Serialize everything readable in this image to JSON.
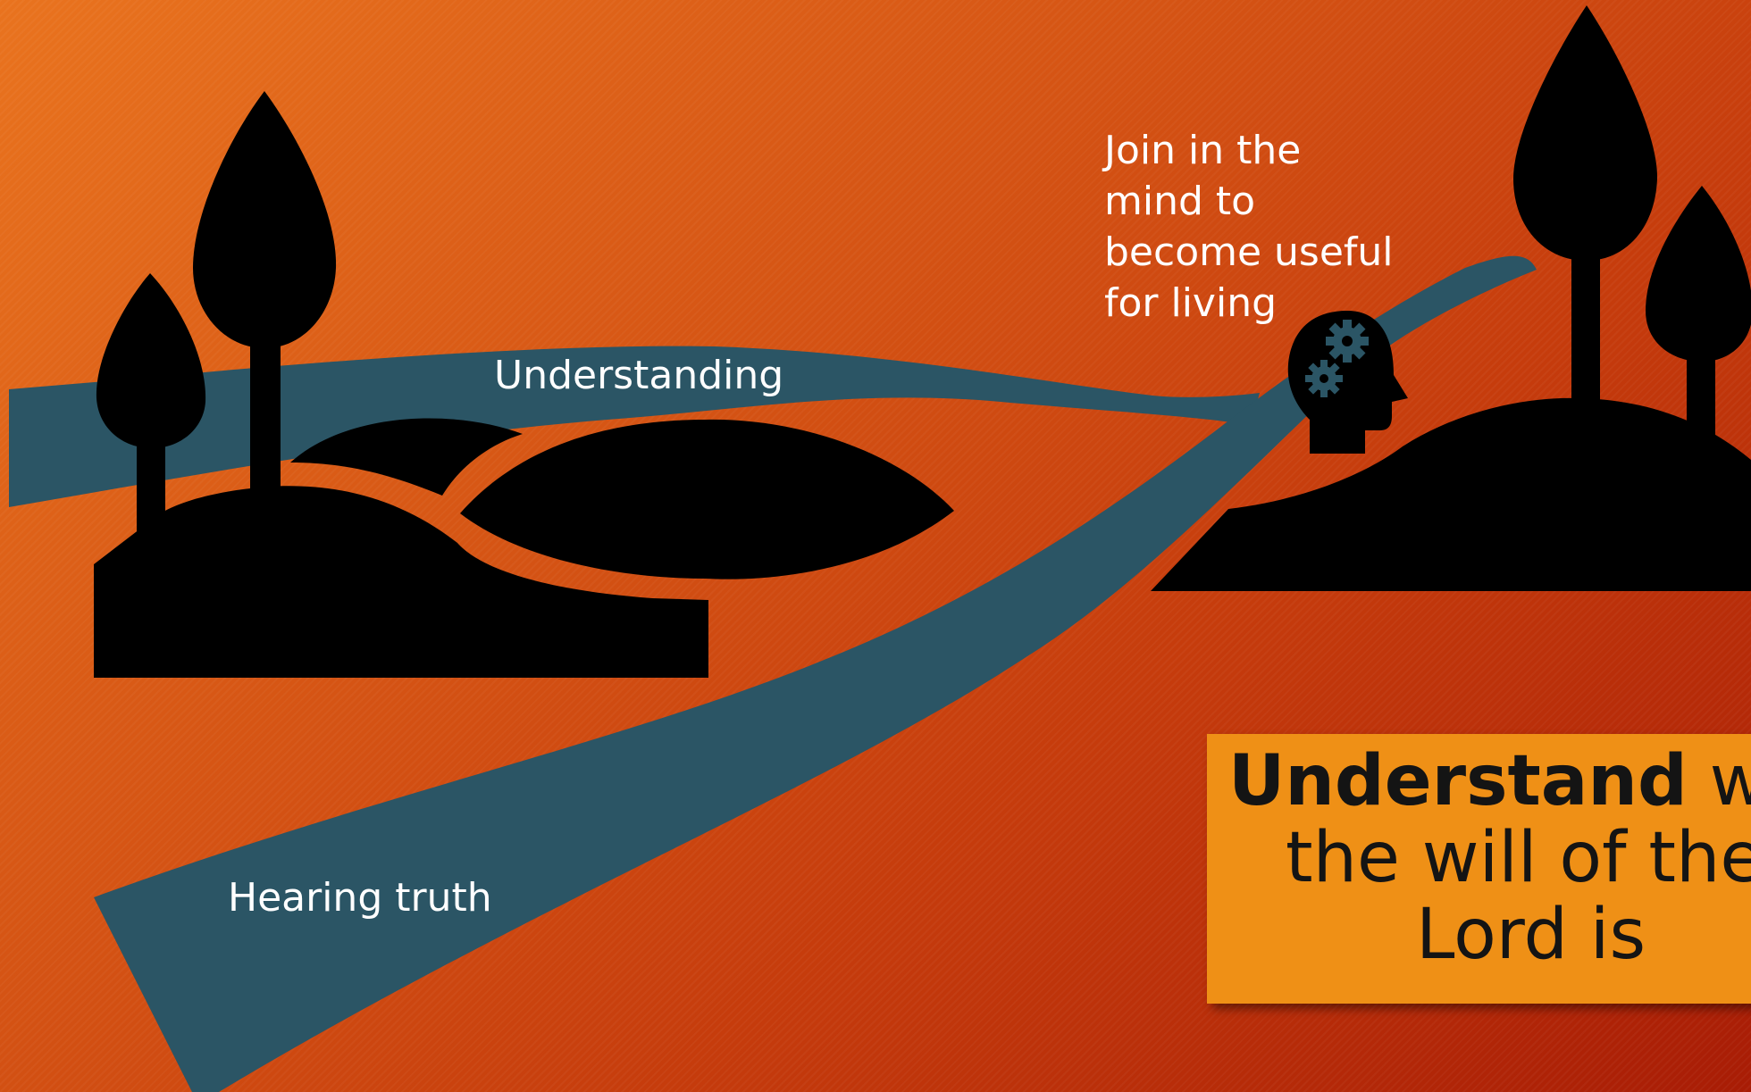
{
  "labels": {
    "understanding": "Understanding",
    "hearing_truth": "Hearing truth",
    "join": [
      "Join in the",
      "mind to",
      "become useful",
      "for living"
    ]
  },
  "callout": {
    "bold": "Understand",
    "rest": " wh",
    "line2": "the will of the",
    "line3": "Lord is"
  },
  "icons": [
    "tree-icon",
    "hill-icon",
    "head-with-gears-icon"
  ],
  "colors": {
    "background_start": "#e9731e",
    "background_end": "#a81c05",
    "path": "#2b5565",
    "silhouette": "#000000",
    "callout_fill": "#ef9016",
    "label_text": "#ffffff"
  }
}
